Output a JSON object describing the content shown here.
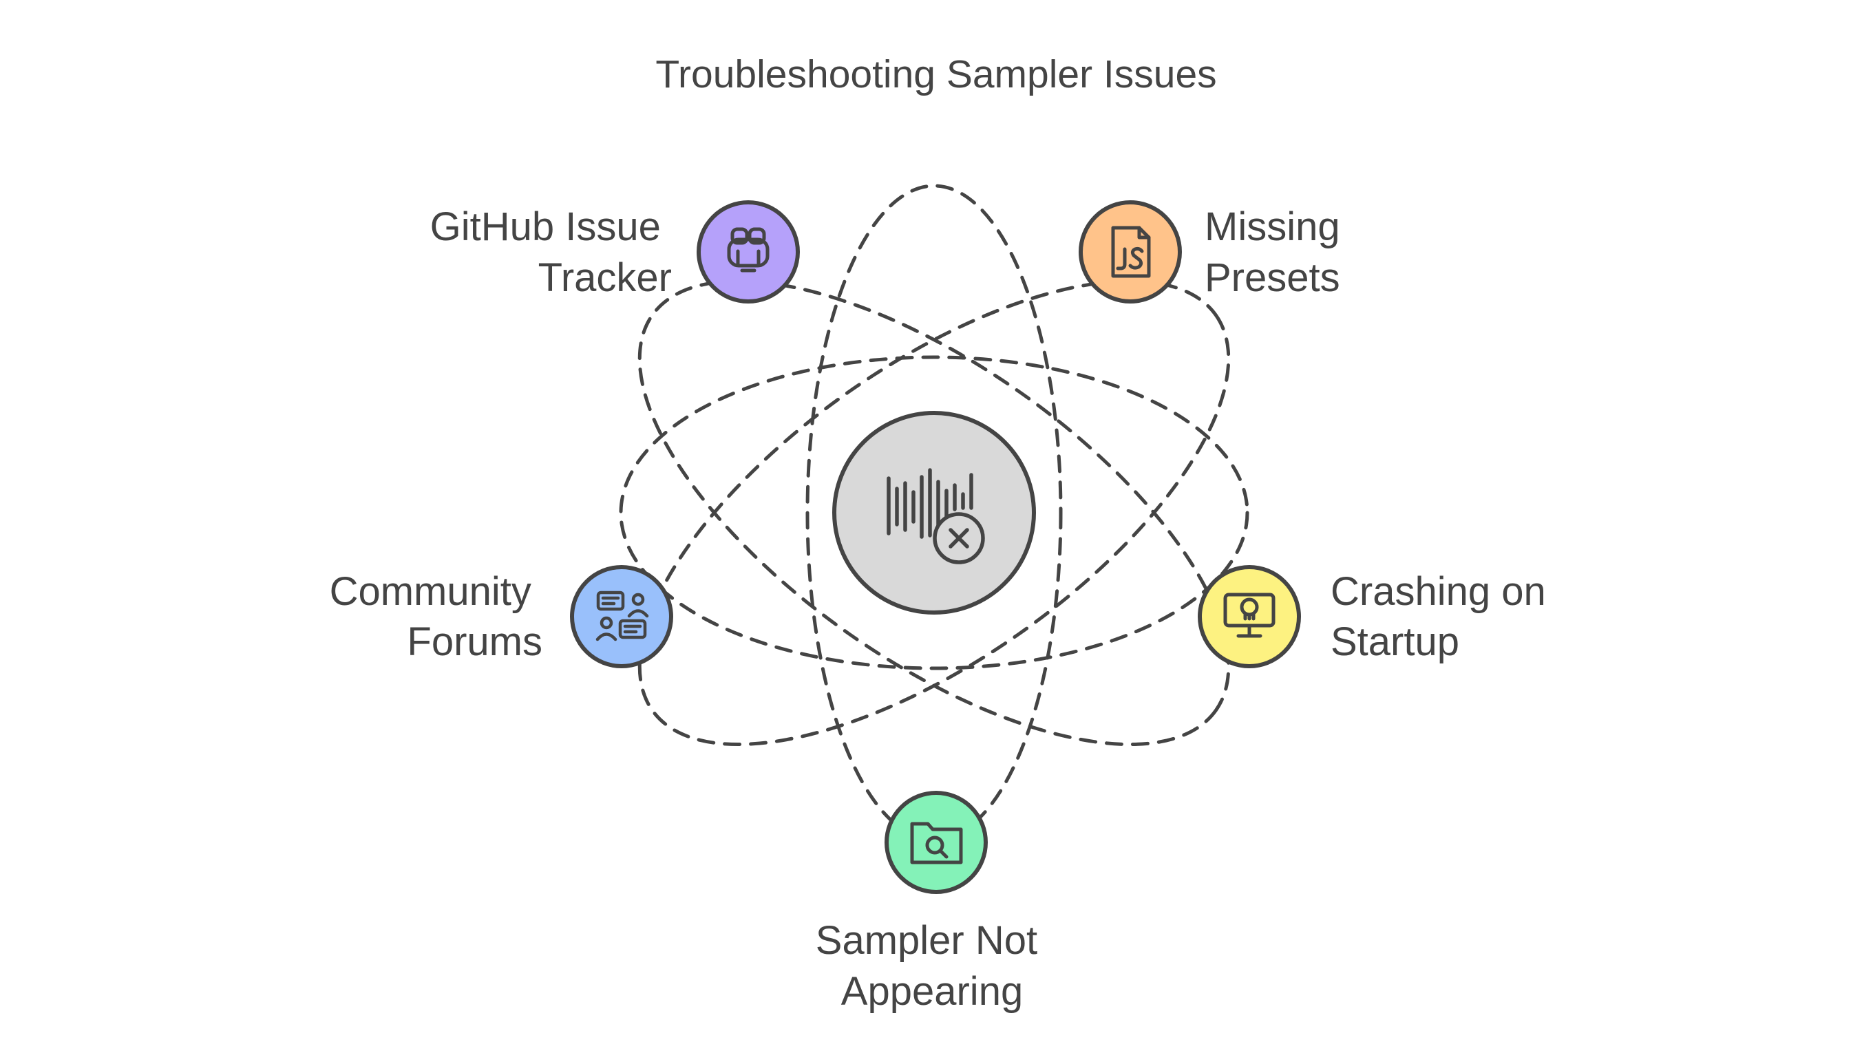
{
  "title": "Troubleshooting Sampler Issues",
  "center": {
    "icon": "audio-waveform-error-icon",
    "fill": "#d9d9d9"
  },
  "nodes": [
    {
      "id": "github",
      "label_lines": [
        "GitHub Issue",
        "Tracker"
      ],
      "icon": "github-octocat-icon",
      "color": "#b5a1fa"
    },
    {
      "id": "presets",
      "label_lines": [
        "Missing",
        "Presets"
      ],
      "icon": "js-file-icon",
      "color": "#ffc38a"
    },
    {
      "id": "forums",
      "label_lines": [
        "Community",
        "Forums"
      ],
      "icon": "discussion-people-icon",
      "color": "#99c0fb"
    },
    {
      "id": "crashing",
      "label_lines": [
        "Crashing on",
        "Startup"
      ],
      "icon": "monitor-skull-icon",
      "color": "#fdf281"
    },
    {
      "id": "sampler",
      "label_lines": [
        "Sampler Not",
        "Appearing"
      ],
      "icon": "folder-search-icon",
      "color": "#84f2b8"
    }
  ],
  "colors": {
    "stroke": "#444444",
    "text": "#444444",
    "background": "#ffffff"
  }
}
